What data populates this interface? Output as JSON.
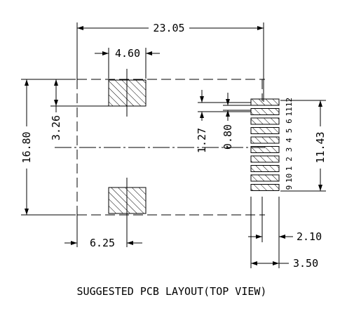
{
  "caption": "SUGGESTED PCB LAYOUT(TOP VIEW)",
  "dimensions": {
    "overall_width": "23.05",
    "mount_pad_width": "4.60",
    "mount_pad_offset_y": "3.26",
    "overall_height": "16.80",
    "pin_pitch": "1.27",
    "pin_pad_height": "0.80",
    "pin_span": "11.43",
    "mount_pad_offset_x": "6.25",
    "pin_pad_length": "2.10",
    "pin_pad_extent": "3.50"
  },
  "pin_labels": [
    "12",
    "11",
    "6",
    "5",
    "4",
    "3",
    "2",
    "1",
    "10",
    "9"
  ]
}
